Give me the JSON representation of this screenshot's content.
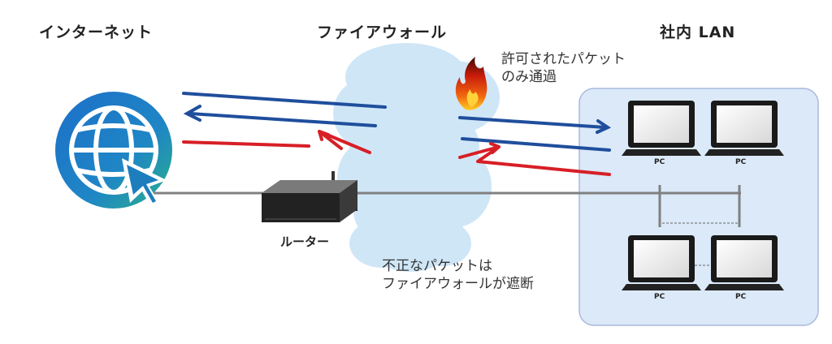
{
  "labels": {
    "internet": "インターネット",
    "firewall": "ファイアウォール",
    "lan": "社内 LAN",
    "router": "ルーター"
  },
  "notes": {
    "allowed_line1": "許可されたパケット",
    "allowed_line2": "のみ通過",
    "blocked_line1": "不正なパケットは",
    "blocked_line2": "ファイアウォールが遮断"
  },
  "pcs": [
    "PC",
    "PC",
    "PC",
    "PC"
  ],
  "colors": {
    "allowed_arrow": "#1f4e9c",
    "blocked_arrow": "#d71f26",
    "cloud": "#cfe6f7",
    "lan_panel": "#dbe9f8",
    "network_line": "#808080"
  },
  "icons": [
    "globe-cursor-icon",
    "router-icon",
    "fire-icon",
    "laptop-icon"
  ]
}
